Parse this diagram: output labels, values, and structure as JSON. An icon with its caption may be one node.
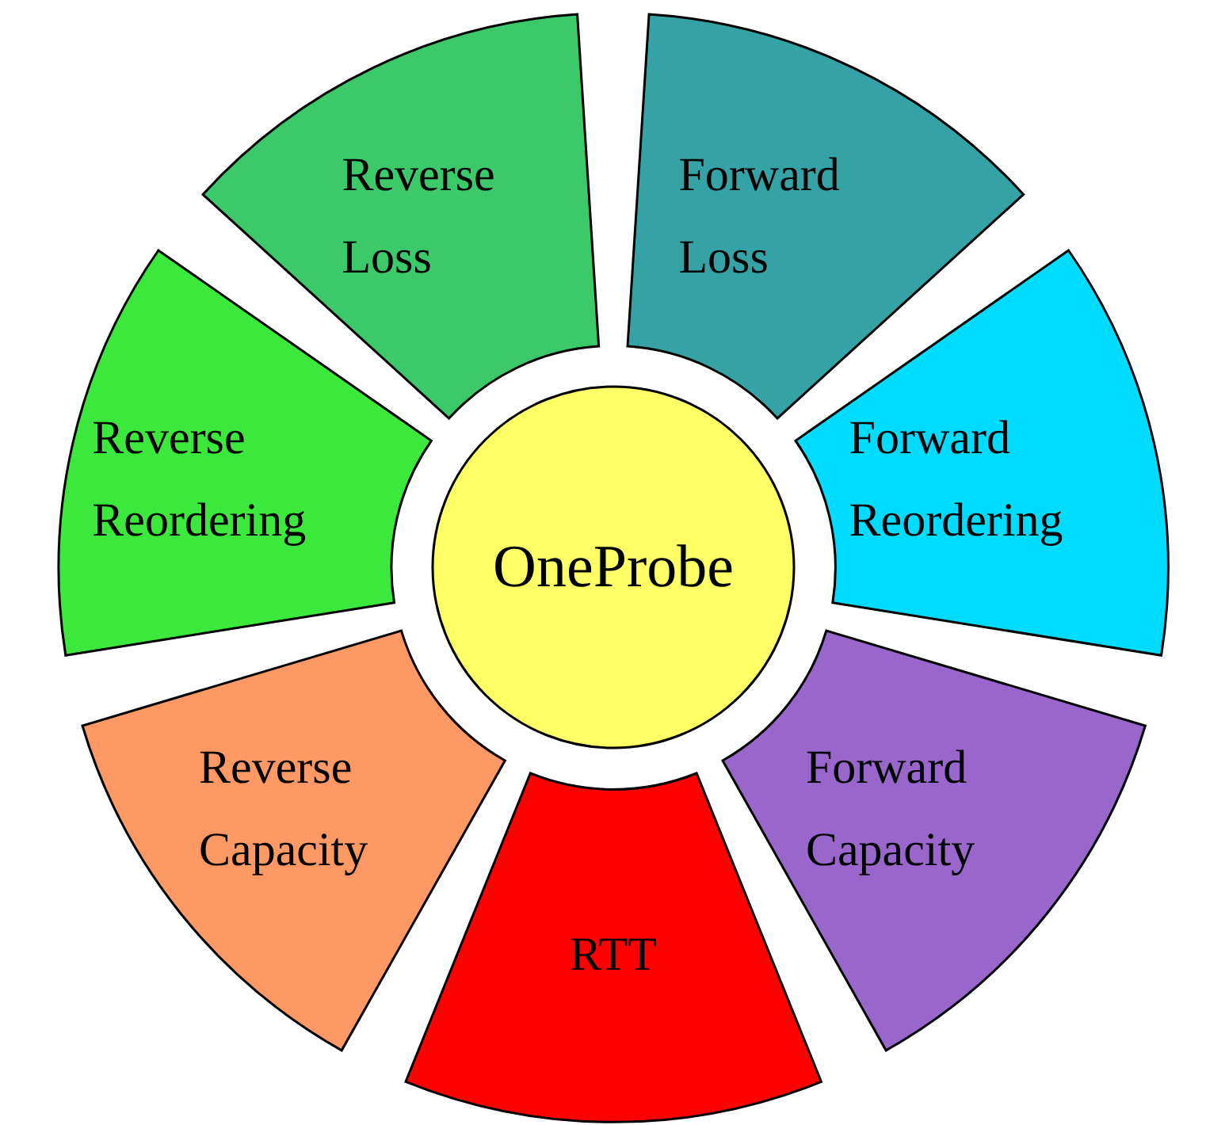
{
  "diagram": {
    "nodes": [
      {
        "text": [
          "Reverse Loss"
        ]
      },
      {
        "text": [
          "Forward Loss"
        ]
      },
      {
        "text": [
          "Reverse Reordering"
        ]
      },
      {
        "text": [
          "Forward Reordering"
        ]
      },
      {
        "text": [
          "OneProbe"
        ]
      },
      {
        "text": [
          "Reverse Capacity"
        ]
      },
      {
        "text": [
          "Forward Capacity"
        ]
      },
      {
        "text": [
          "RTT"
        ]
      }
    ]
  }
}
